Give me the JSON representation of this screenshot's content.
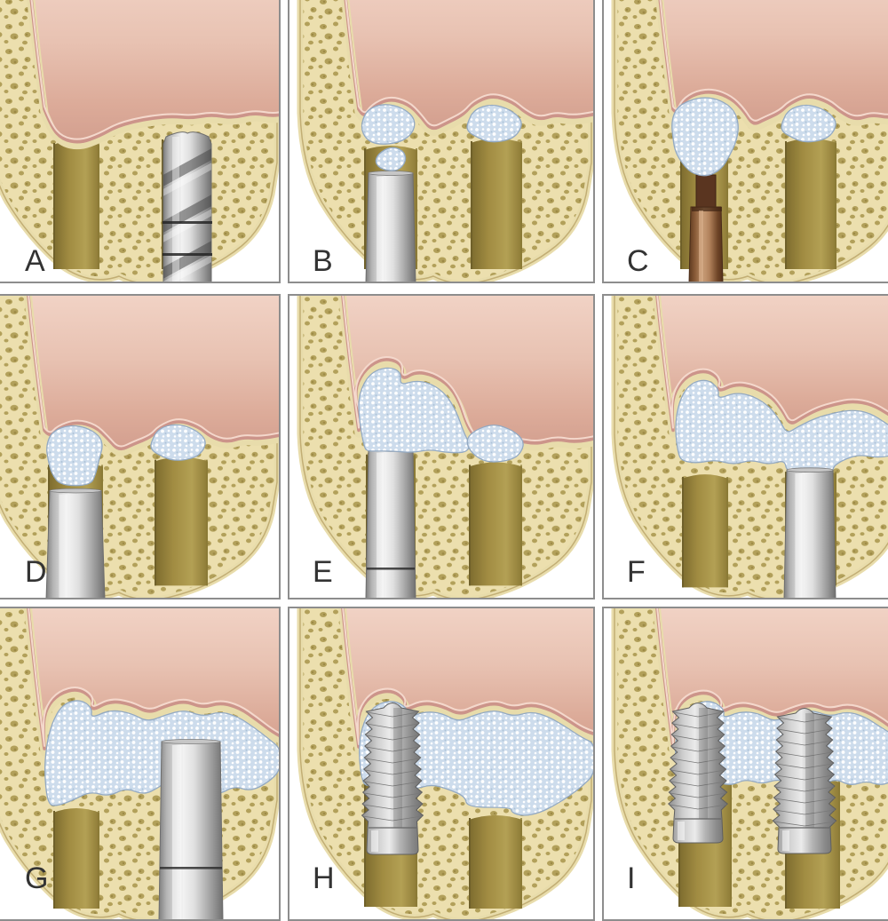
{
  "figure": {
    "panels": [
      {
        "label": "A",
        "scene": "pilot-drill-osteotomy"
      },
      {
        "label": "B",
        "scene": "osteotome-condenses-graft"
      },
      {
        "label": "C",
        "scene": "graft-carrier-adds-material"
      },
      {
        "label": "D",
        "scene": "osteotome-advances-graft"
      },
      {
        "label": "E",
        "scene": "graft-elevates-sinus-membrane"
      },
      {
        "label": "F",
        "scene": "second-site-graft-elevation"
      },
      {
        "label": "G",
        "scene": "wide-osteotome-final-condense"
      },
      {
        "label": "H",
        "scene": "implant-placed-first-site"
      },
      {
        "label": "I",
        "scene": "implants-placed-both-sites"
      }
    ],
    "colors": {
      "background": "#ffffff",
      "panel_border": "#8d8d8d",
      "label_text": "#333333",
      "bone_cream": "#ecdfae",
      "bone_pore": "#b2a05a",
      "bone_pore_dark": "#8f7c38",
      "cortical_edge": "#e8dcab",
      "cortical_line": "#c2ae74",
      "sinus_light": "#f3d6c9",
      "sinus_dark": "#d29e8e",
      "membrane_pink": "#cc948a",
      "membrane_highlight": "#f4d8cc",
      "graft_fill": "#cddcec",
      "graft_dot": "#ffffff",
      "graft_outline": "#93a9c2",
      "channel_olive": "#a18c42",
      "metal_light": "#f2f2f2",
      "metal_dark": "#707070",
      "copper": "#8a5c38",
      "implant_gray": "#b5b5b5"
    }
  }
}
